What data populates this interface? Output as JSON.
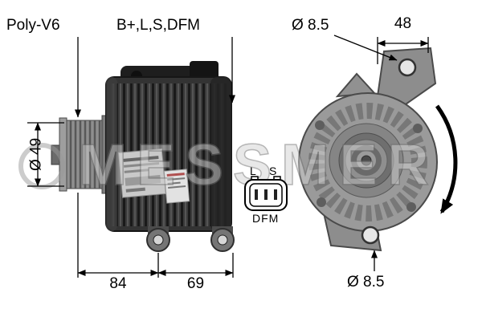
{
  "colors": {
    "background": "#ffffff",
    "line": "#000000",
    "part_dark": "#2f2f2f",
    "part_light": "#9a9a9a",
    "watermark": "#d2d2d2"
  },
  "watermark": {
    "text": "MESSMER"
  },
  "annotations": {
    "belt_type": "Poly-V6",
    "terminals": "B+,L,S,DFM",
    "top_hole_diameter": "Ø 8.5",
    "mounting_width": "48",
    "pulley_diameter": "Ø 49",
    "mount_hole_spacing_left": "84",
    "mount_hole_spacing_right": "69",
    "bottom_hole_diameter": "Ø 8.5"
  },
  "connector": {
    "pin_l": "L",
    "pin_s": "S",
    "label": "DFM"
  }
}
